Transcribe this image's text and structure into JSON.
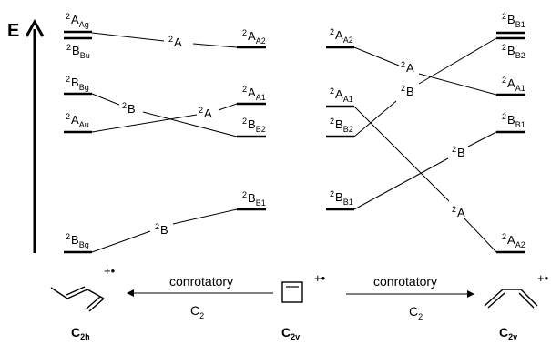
{
  "axis_label": "E",
  "left_panel": {
    "left_states": [
      "Ag",
      "Bu",
      "Bg",
      "Au",
      "Bg"
    ],
    "right_states": [
      "A2",
      "A1",
      "B2",
      "B1"
    ],
    "correlation_labels": [
      "A",
      "A",
      "B",
      "B"
    ]
  },
  "right_panel": {
    "left_states": [
      "A2",
      "A1",
      "B2",
      "B1"
    ],
    "right_states": [
      "B1",
      "B2",
      "A1",
      "B1",
      "A2"
    ],
    "correlation_labels": [
      "A",
      "B",
      "B",
      "A"
    ]
  },
  "multiplicity": "2",
  "bottom": {
    "left_process": "conrotatory",
    "left_symmetry_op": "C",
    "left_symmetry_sub": "2",
    "right_process": "conrotatory",
    "right_symmetry_op": "C",
    "right_symmetry_sub": "2",
    "radical_cation": "+•",
    "group_left": "C",
    "group_left_sub": "2h",
    "group_center": "C",
    "group_center_sub": "2v",
    "group_right": "C",
    "group_right_sub": "2v"
  }
}
